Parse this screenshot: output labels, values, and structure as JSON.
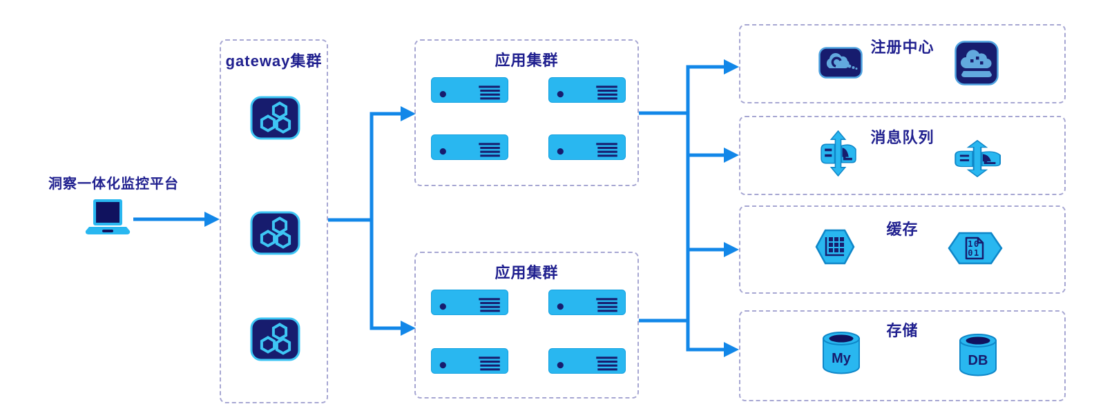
{
  "diagram_title": "",
  "client": {
    "label": "洞察一体化监控平台",
    "icon": "laptop-icon"
  },
  "gateway": {
    "title": "gateway集群",
    "icons": [
      "hexagon-cluster-icon",
      "hexagon-cluster-icon",
      "hexagon-cluster-icon"
    ]
  },
  "app_clusters": {
    "top": {
      "title": "应用集群",
      "icons": [
        "server-icon",
        "server-icon",
        "server-icon",
        "server-icon"
      ]
    },
    "bottom": {
      "title": "应用集群",
      "icons": [
        "server-icon",
        "server-icon",
        "server-icon",
        "server-icon"
      ]
    }
  },
  "services": {
    "registry": {
      "title": "注册中心",
      "icons": [
        "cloud-swirl-icon",
        "cloud-platform-icon"
      ]
    },
    "mq": {
      "title": "消息队列",
      "icons": [
        "message-queue-icon",
        "message-queue-icon"
      ]
    },
    "cache": {
      "title": "缓存",
      "icons": [
        "grid-hexagon-icon",
        "binary-chip-hexagon-icon"
      ],
      "binary": {
        "line1": "10",
        "line2": "01"
      }
    },
    "storage": {
      "title": "存储",
      "icons": [
        "mysql-cylinder-icon",
        "db-cylinder-icon"
      ],
      "labels": {
        "db1": "My",
        "db2": "DB"
      }
    }
  },
  "colors": {
    "connector_blue": "#1287e8",
    "icon_cyan": "#29b7f0",
    "icon_navy": "#171c6e",
    "icon_light_blue": "#62a9de",
    "title_navy": "#20208f",
    "dashed_border": "#a6a6d2"
  }
}
